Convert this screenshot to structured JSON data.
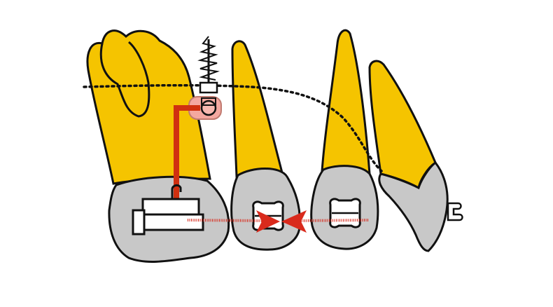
{
  "diagram": {
    "colors": {
      "root": "#F5C400",
      "crown": "#C8C8C8",
      "outline": "#111111",
      "bracket": "#FFFFFF",
      "wire": "#D03010",
      "arrow": "#D92A1C",
      "screw_head": "#F4A8A0",
      "background": "#FFFFFF"
    },
    "parts": [
      {
        "name": "molar",
        "label": ""
      },
      {
        "name": "second-premolar",
        "label": ""
      },
      {
        "name": "first-premolar",
        "label": ""
      },
      {
        "name": "canine",
        "label": ""
      },
      {
        "name": "mini-screw",
        "label": ""
      },
      {
        "name": "dotted-reference-line",
        "label": ""
      }
    ],
    "arrows": [
      {
        "name": "arrow-right",
        "direction": "right"
      },
      {
        "name": "arrow-left",
        "direction": "left"
      }
    ]
  }
}
